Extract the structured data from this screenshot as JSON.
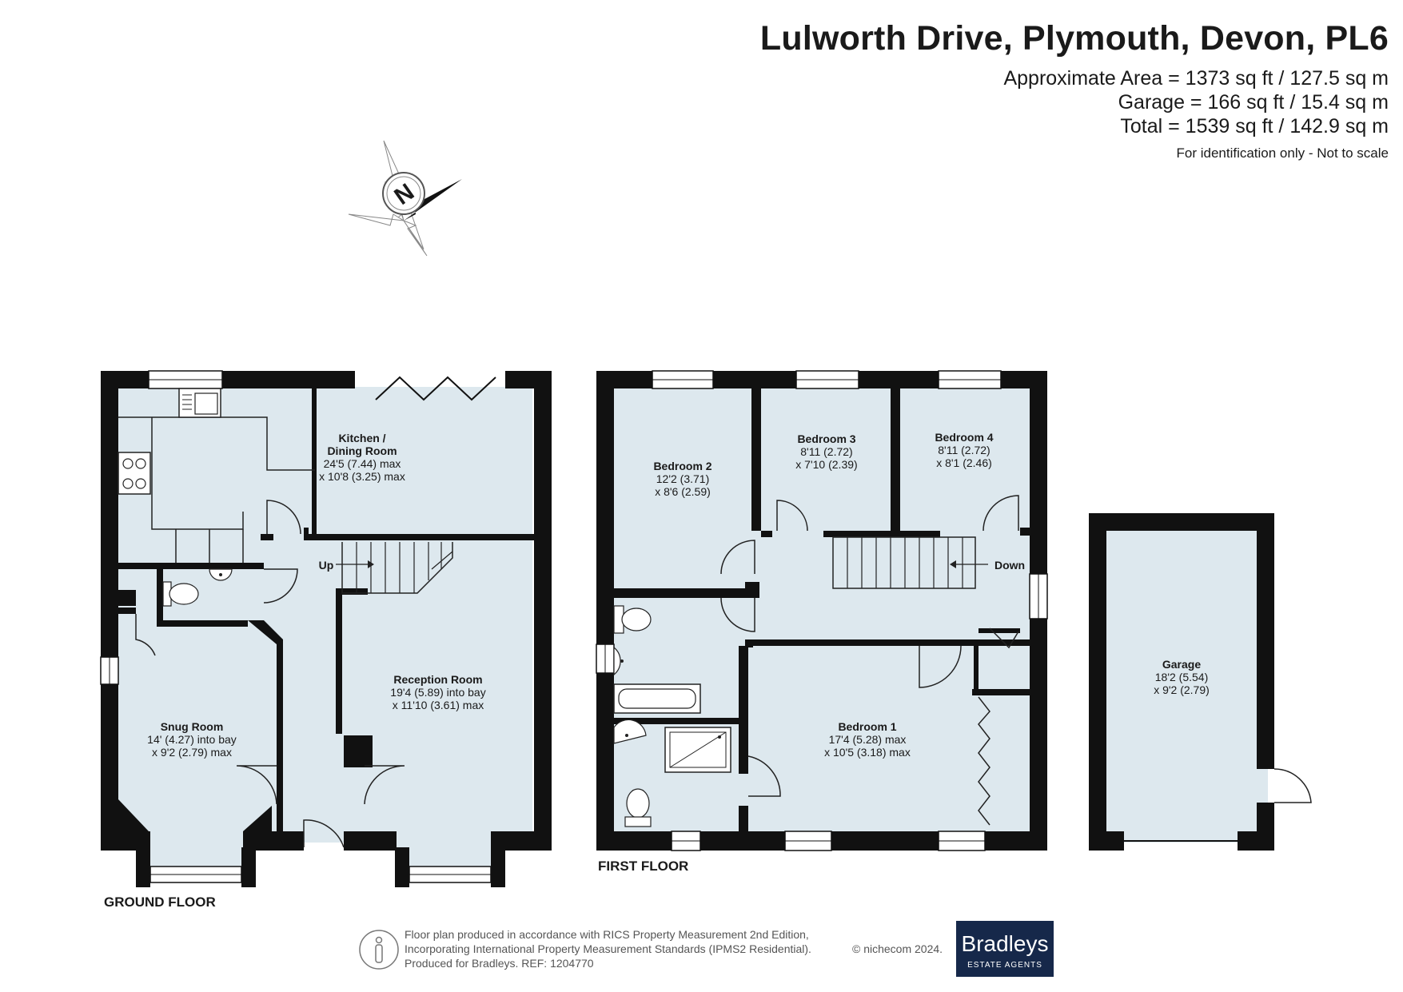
{
  "header": {
    "title": "Lulworth Drive, Plymouth, Devon, PL6",
    "area_lines": [
      "Approximate Area = 1373 sq ft / 127.5 sq m",
      "Garage = 166 sq ft / 15.4 sq m",
      "Total = 1539 sq ft / 142.9 sq m"
    ],
    "note": "For identification only - Not to scale"
  },
  "compass": {
    "letter": "N"
  },
  "floors": {
    "ground": {
      "label": "GROUND FLOOR"
    },
    "first": {
      "label": "FIRST FLOOR"
    }
  },
  "rooms": {
    "kitchen": {
      "name_line1": "Kitchen /",
      "name_line2": "Dining Room",
      "dim1": "24'5 (7.44) max",
      "dim2": "x 10'8 (3.25) max"
    },
    "reception": {
      "name": "Reception Room",
      "dim1": "19'4 (5.89) into bay",
      "dim2": "x 11'10 (3.61) max"
    },
    "snug": {
      "name": "Snug Room",
      "dim1": "14' (4.27) into bay",
      "dim2": "x 9'2 (2.79) max"
    },
    "bedroom1": {
      "name": "Bedroom 1",
      "dim1": "17'4 (5.28) max",
      "dim2": "x 10'5 (3.18) max"
    },
    "bedroom2": {
      "name": "Bedroom 2",
      "dim1": "12'2 (3.71)",
      "dim2": "x 8'6 (2.59)"
    },
    "bedroom3": {
      "name": "Bedroom 3",
      "dim1": "8'11 (2.72)",
      "dim2": "x 7'10 (2.39)"
    },
    "bedroom4": {
      "name": "Bedroom 4",
      "dim1": "8'11 (2.72)",
      "dim2": "x 8'1 (2.46)"
    },
    "garage": {
      "name": "Garage",
      "dim1": "18'2 (5.54)",
      "dim2": "x 9'2 (2.79)"
    }
  },
  "stairs": {
    "up": "Up",
    "down": "Down"
  },
  "footer": {
    "lines": [
      "Floor plan produced in accordance with RICS Property Measurement 2nd Edition,",
      "Incorporating International Property Measurement Standards (IPMS2 Residential).",
      "Produced for Bradleys.   REF: 1204770"
    ],
    "copyright": "© nichecom 2024.",
    "logo_name": "Bradleys",
    "logo_sub": "ESTATE AGENTS"
  },
  "colors": {
    "room_fill": "#dde8ee",
    "wall": "#111111",
    "logo_bg": "#16284a"
  }
}
